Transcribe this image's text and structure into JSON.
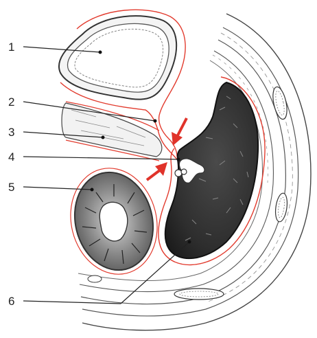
{
  "labels": [
    {
      "id": "1",
      "text": "1"
    },
    {
      "id": "2",
      "text": "2"
    },
    {
      "id": "3",
      "text": "3"
    },
    {
      "id": "4",
      "text": "4"
    },
    {
      "id": "5",
      "text": "5"
    },
    {
      "id": "6",
      "text": "6"
    }
  ],
  "colors": {
    "fascia_line": "#e23b2e",
    "arrow": "#e0332a",
    "dark_organ": "#2b2b2b",
    "outline": "#333333"
  }
}
